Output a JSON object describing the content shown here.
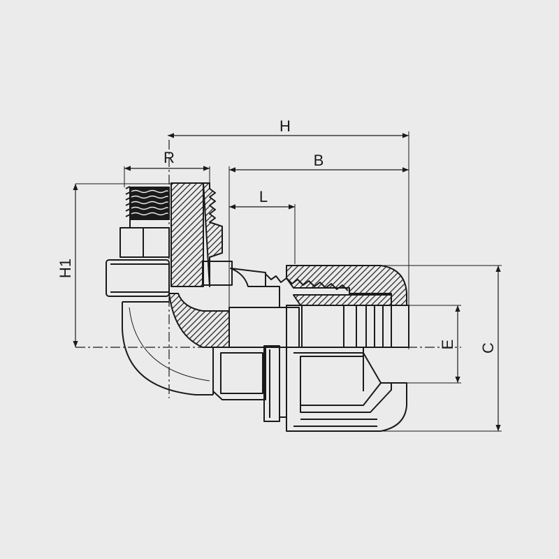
{
  "diagram": {
    "colors": {
      "background": "#ebebeb",
      "line": "#1a1a1a"
    },
    "dimensions": {
      "H": "H",
      "B": "B",
      "R": "R",
      "L": "L",
      "H1": "H1",
      "E": "E",
      "C": "C"
    }
  }
}
